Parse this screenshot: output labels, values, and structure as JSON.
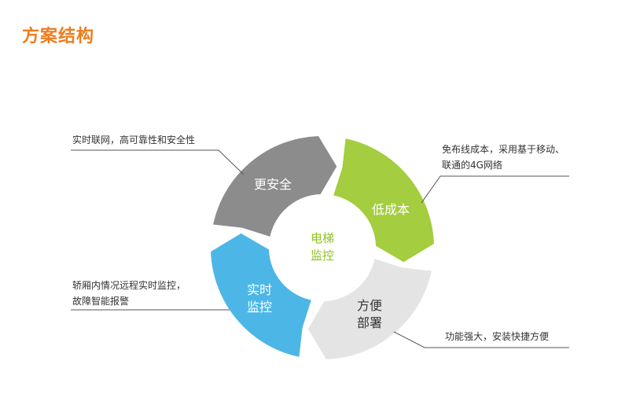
{
  "title": "方案结构",
  "center": {
    "line1": "电梯",
    "line2": "监控",
    "color": "#8dc21f"
  },
  "segments": {
    "safety": {
      "label": "更安全",
      "color": "#8c8c8c",
      "text_color": "#ffffff"
    },
    "cost": {
      "label": "低成本",
      "color": "#a4cd3f",
      "text_color": "#ffffff"
    },
    "deploy": {
      "line1": "方便",
      "line2": "部署",
      "color": "#e3e4e3",
      "text_color": "#333333"
    },
    "realtime": {
      "line1": "实时",
      "line2": "监控",
      "color": "#4cb7e6",
      "text_color": "#ffffff"
    }
  },
  "notes": {
    "safety": {
      "line1": "实时联网，高可靠性和安全性"
    },
    "cost": {
      "line1": "免布线成本，采用基于移动、",
      "line2": "联通的4G网络"
    },
    "realtime": {
      "line1": "轿厢内情况远程实时监控，",
      "line2": "故障智能报警"
    },
    "deploy": {
      "line1": "功能强大，安装快捷方便"
    }
  },
  "line_color": "#555555"
}
